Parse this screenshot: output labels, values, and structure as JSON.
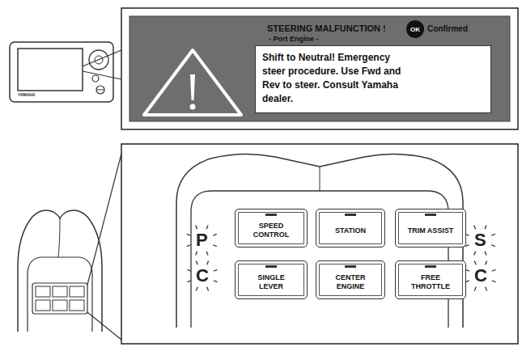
{
  "diagram": {
    "nodes": [
      {
        "text": [
          "STEERING MALFUNCTION !",
          "- Port Engine -",
          "Confirmed"
        ]
      },
      {
        "text": [
          "OK"
        ],
        "in": 0
      },
      {
        "text": [
          "Shift to Neutral! Emergency steer procedure. Use Fwd and Rev to steer. Consult Yamaha dealer."
        ],
        "in": 0
      },
      {
        "text": [
          "SPEED CONTROL"
        ]
      },
      {
        "text": [
          "STATION"
        ]
      },
      {
        "text": [
          "TRIM ASSIST"
        ]
      },
      {
        "text": [
          "SINGLE LEVER"
        ]
      },
      {
        "text": [
          "CENTER ENGINE"
        ]
      },
      {
        "text": [
          "FREE THROTTLE"
        ]
      }
    ],
    "labels": [
      "YAMAHA",
      "P",
      "C",
      "S",
      "C"
    ]
  }
}
